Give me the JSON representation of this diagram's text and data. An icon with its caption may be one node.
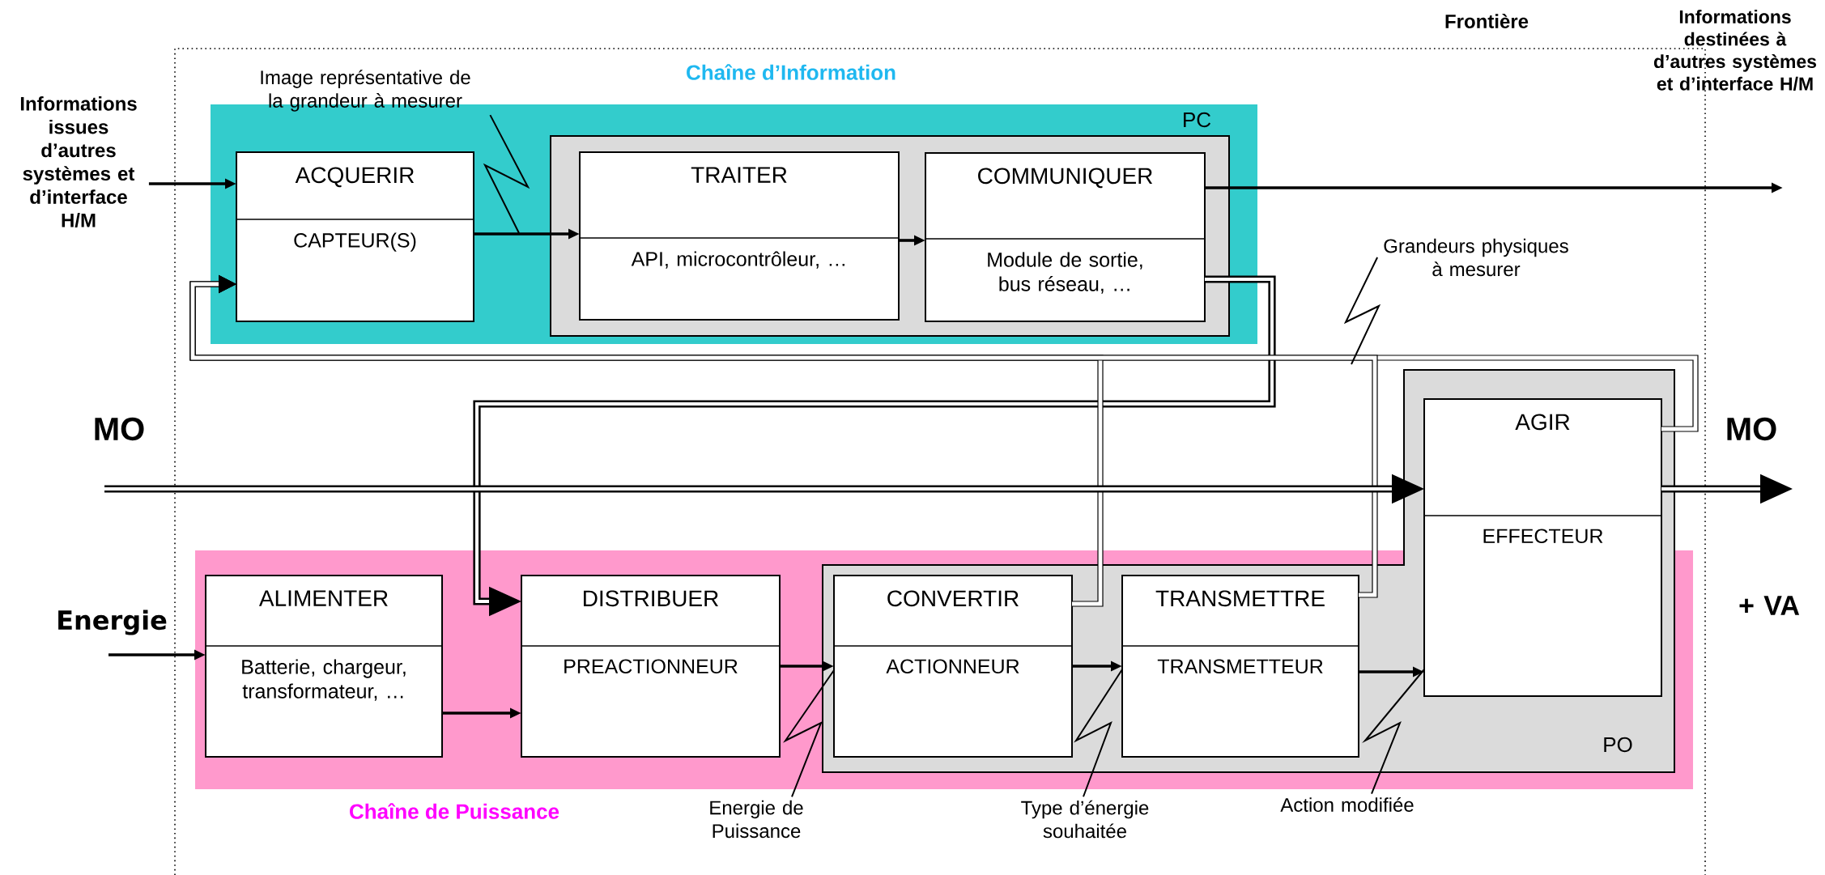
{
  "diagram": {
    "nodes": [
      {
        "text": [
          "Frontière"
        ]
      },
      {
        "text": [
          "Informations issues d’autres systèmes et d’interface H/M"
        ]
      },
      {
        "text": [
          "Chaîne d’Information",
          "PC"
        ],
        "in": 0
      },
      {
        "text": [
          "ACQUERIR",
          "CAPTEUR(S)"
        ],
        "in": 2
      },
      {
        "text": [
          "TRAITER",
          "API, microcontrôleur, …"
        ],
        "in": 2
      },
      {
        "text": [
          "COMMUNIQUER",
          "Module de sortie, bus réseau, …"
        ],
        "in": 2
      },
      {
        "text": [
          "Image représentative de la grandeur à mesurer"
        ],
        "in": 0
      },
      {
        "text": [
          "Grandeurs physiques à mesurer"
        ],
        "in": 0
      },
      {
        "text": [
          "PO"
        ],
        "in": 0
      },
      {
        "text": [
          "AGIR",
          "EFFECTEUR"
        ],
        "in": 8
      },
      {
        "text": [
          "Chaîne de Puissance"
        ],
        "in": 0
      },
      {
        "text": [
          "ALIMENTER",
          "Batterie, chargeur, transformateur, …"
        ],
        "in": 10
      },
      {
        "text": [
          "DISTRIBUER",
          "PREACTIONNEUR"
        ],
        "in": 10
      },
      {
        "text": [
          "CONVERTIR",
          "ACTIONNEUR"
        ]
      },
      {
        "text": [
          "TRANSMETTRE",
          "TRANSMETTEUR"
        ]
      },
      {
        "text": [
          "Energie de Puissance"
        ],
        "in": 0
      },
      {
        "text": [
          "Type d’énergie souhaitée"
        ],
        "in": 0
      },
      {
        "text": [
          "Action modifiée"
        ],
        "in": 0
      }
    ],
    "edges": [
      {
        "from": 1,
        "to": 3,
        "arrow": "to"
      },
      {
        "from": 3,
        "to": 4,
        "arrow": "to"
      },
      {
        "from": 4,
        "to": 5,
        "arrow": "to"
      },
      {
        "from": 5,
        "to": null,
        "arrow": "to"
      },
      {
        "from": 5,
        "to": 12,
        "arrow": "to",
        "style": "thick"
      },
      {
        "from": 9,
        "to": 3,
        "arrow": "to",
        "style": "thick"
      },
      {
        "from": 13,
        "to": 3,
        "arrow": "to",
        "style": "thick"
      },
      {
        "from": 14,
        "to": 3,
        "arrow": "to",
        "style": "thick"
      },
      {
        "from": null,
        "to": 9,
        "arrow": "to",
        "style": "thick"
      },
      {
        "from": 9,
        "to": null,
        "arrow": "to",
        "style": "thick"
      },
      {
        "from": null,
        "to": 11,
        "arrow": "to"
      },
      {
        "from": 11,
        "to": 12,
        "arrow": "to"
      },
      {
        "from": 12,
        "to": 13,
        "arrow": "to"
      },
      {
        "from": 13,
        "to": 14,
        "arrow": "to"
      },
      {
        "from": 14,
        "to": 9,
        "arrow": "to"
      },
      {
        "from": 6,
        "to": null,
        "arrow": "none"
      },
      {
        "from": 7,
        "to": null,
        "arrow": "none"
      },
      {
        "from": 15,
        "to": 13,
        "arrow": "none"
      },
      {
        "from": 16,
        "to": 14,
        "arrow": "none"
      },
      {
        "from": 17,
        "to": 9,
        "arrow": "none"
      }
    ],
    "labels": [
      "Informations destinées à d’autres systèmes et d’interface H/M",
      "MO",
      "MO",
      "Energie",
      "+ VA"
    ]
  }
}
